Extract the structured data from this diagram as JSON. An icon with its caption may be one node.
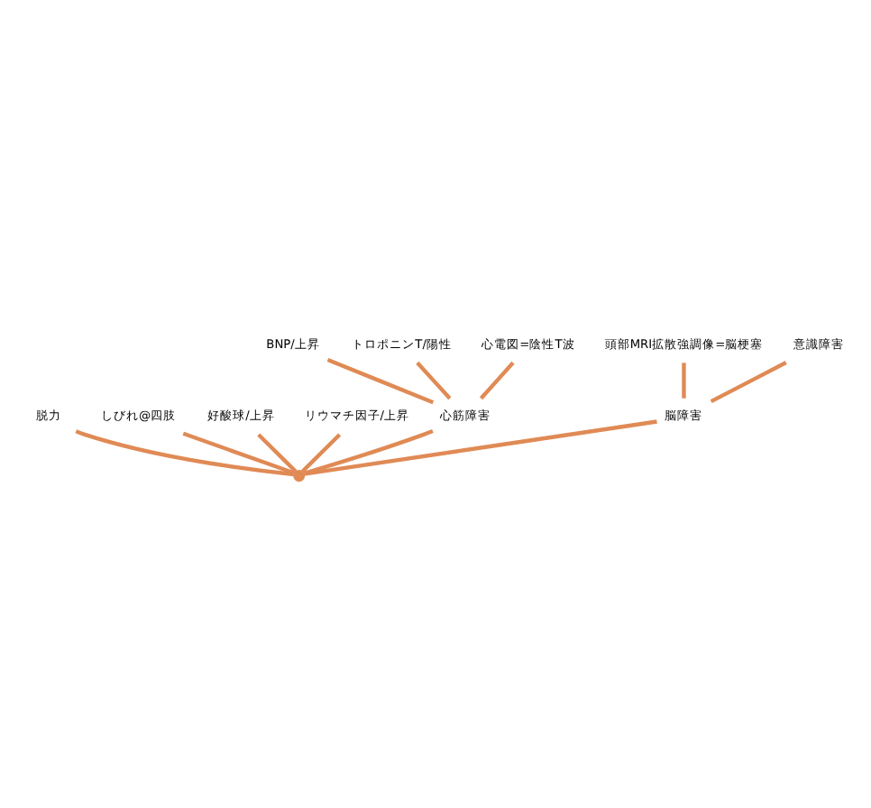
{
  "diagram": {
    "nodes": [
      {
        "text": [
          "脱力"
        ]
      },
      {
        "text": [
          "しびれ@四肢"
        ]
      },
      {
        "text": [
          "好酸球/上昇"
        ]
      },
      {
        "text": [
          "リウマチ因子/上昇"
        ]
      },
      {
        "text": [
          "心筋障害"
        ]
      },
      {
        "text": [
          "BNP/上昇"
        ]
      },
      {
        "text": [
          "トロポニンT/陽性"
        ]
      },
      {
        "text": [
          "心電図=陰性T波"
        ]
      },
      {
        "text": [
          "脳障害"
        ]
      },
      {
        "text": [
          "頭部MRI拡散強調像=脳梗塞"
        ]
      },
      {
        "text": [
          "意識障害"
        ]
      },
      {
        "text": [],
        "shape": "point"
      }
    ],
    "edges": [
      {
        "from": 11,
        "to": 0,
        "arrow": "none"
      },
      {
        "from": 11,
        "to": 1,
        "arrow": "none"
      },
      {
        "from": 11,
        "to": 2,
        "arrow": "none"
      },
      {
        "from": 11,
        "to": 3,
        "arrow": "none"
      },
      {
        "from": 11,
        "to": 4,
        "arrow": "none"
      },
      {
        "from": 4,
        "to": 5,
        "arrow": "none"
      },
      {
        "from": 4,
        "to": 6,
        "arrow": "none"
      },
      {
        "from": 4,
        "to": 7,
        "arrow": "none"
      },
      {
        "from": 11,
        "to": 8,
        "arrow": "none"
      },
      {
        "from": 8,
        "to": 9,
        "arrow": "none"
      },
      {
        "from": 8,
        "to": 10,
        "arrow": "none"
      }
    ]
  }
}
